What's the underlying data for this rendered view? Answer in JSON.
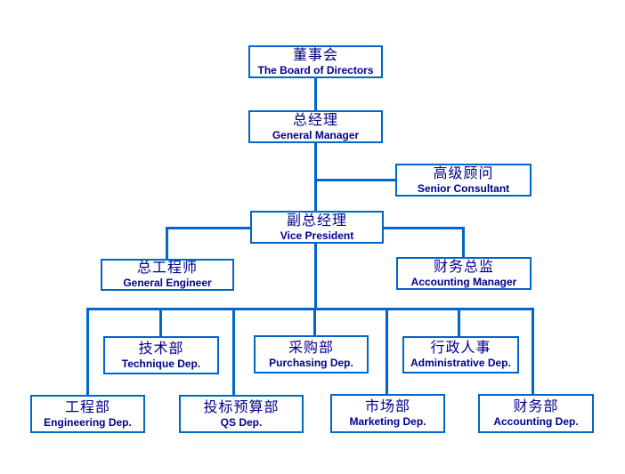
{
  "colors": {
    "line": "#0066CC",
    "text": "#00008B",
    "background": "#FFFFFF"
  },
  "nodes": {
    "board": {
      "zh": "董事会",
      "en": "The Board of Directors"
    },
    "gm": {
      "zh": "总经理",
      "en": "General Manager"
    },
    "sc": {
      "zh": "高级顾问",
      "en": "Senior Consultant"
    },
    "vp": {
      "zh": "副总经理",
      "en": "Vice President"
    },
    "ge": {
      "zh": "总工程师",
      "en": "General Engineer"
    },
    "am": {
      "zh": "财务总监",
      "en": "Accounting Manager"
    },
    "tech": {
      "zh": "技术部",
      "en": "Technique Dep."
    },
    "purch": {
      "zh": "采购部",
      "en": "Purchasing Dep."
    },
    "admin": {
      "zh": "行政人事",
      "en": "Administrative Dep."
    },
    "eng": {
      "zh": "工程部",
      "en": "Engineering Dep."
    },
    "qs": {
      "zh": "投标预算部",
      "en": "QS Dep."
    },
    "mkt": {
      "zh": "市场部",
      "en": "Marketing Dep."
    },
    "acct": {
      "zh": "财务部",
      "en": "Accounting Dep."
    }
  },
  "edges": [
    {
      "from": "board",
      "to": "gm"
    },
    {
      "from": "gm",
      "to": "sc"
    },
    {
      "from": "gm",
      "to": "vp"
    },
    {
      "from": "vp",
      "to": "ge"
    },
    {
      "from": "vp",
      "to": "am"
    },
    {
      "from": "vp",
      "to": "tech"
    },
    {
      "from": "vp",
      "to": "purch"
    },
    {
      "from": "vp",
      "to": "admin"
    },
    {
      "from": "vp",
      "to": "eng"
    },
    {
      "from": "vp",
      "to": "qs"
    },
    {
      "from": "vp",
      "to": "mkt"
    },
    {
      "from": "vp",
      "to": "acct"
    }
  ]
}
